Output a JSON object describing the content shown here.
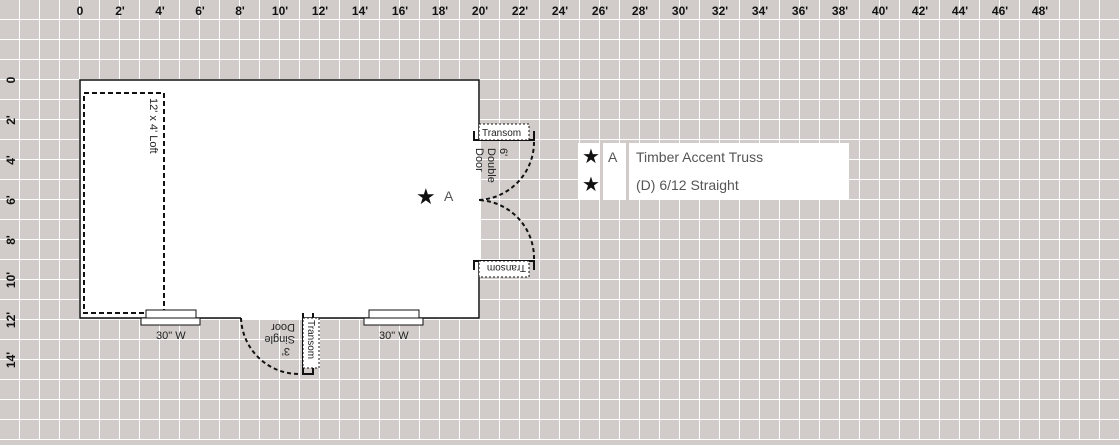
{
  "ruler": {
    "x_ticks": [
      "0",
      "2'",
      "4'",
      "6'",
      "8'",
      "10'",
      "12'",
      "14'",
      "16'",
      "18'",
      "20'",
      "22'",
      "24'",
      "26'",
      "28'",
      "30'",
      "32'",
      "34'",
      "36'",
      "38'",
      "40'",
      "42'",
      "44'",
      "46'",
      "48'"
    ],
    "y_ticks": [
      "0",
      "2'",
      "4'",
      "6'",
      "8'",
      "10'",
      "12'",
      "14'"
    ]
  },
  "labels": {
    "loft": "12' x 4' Loft",
    "window_left": "30\" W",
    "window_right": "30\" W",
    "transom_top": "Transom",
    "transom_bottom": "Transom",
    "transom_single": "Transom",
    "double_door_1": "6'",
    "double_door_2": "Double",
    "double_door_3": "Door",
    "single_door_1": "3'",
    "single_door_2": "Single",
    "single_door_3": "Door",
    "marker_a": "A"
  },
  "legend": {
    "rows": [
      {
        "letter": "A",
        "description": "Timber Accent Truss"
      },
      {
        "letter": "",
        "description": "(D) 6/12 Straight"
      }
    ]
  }
}
